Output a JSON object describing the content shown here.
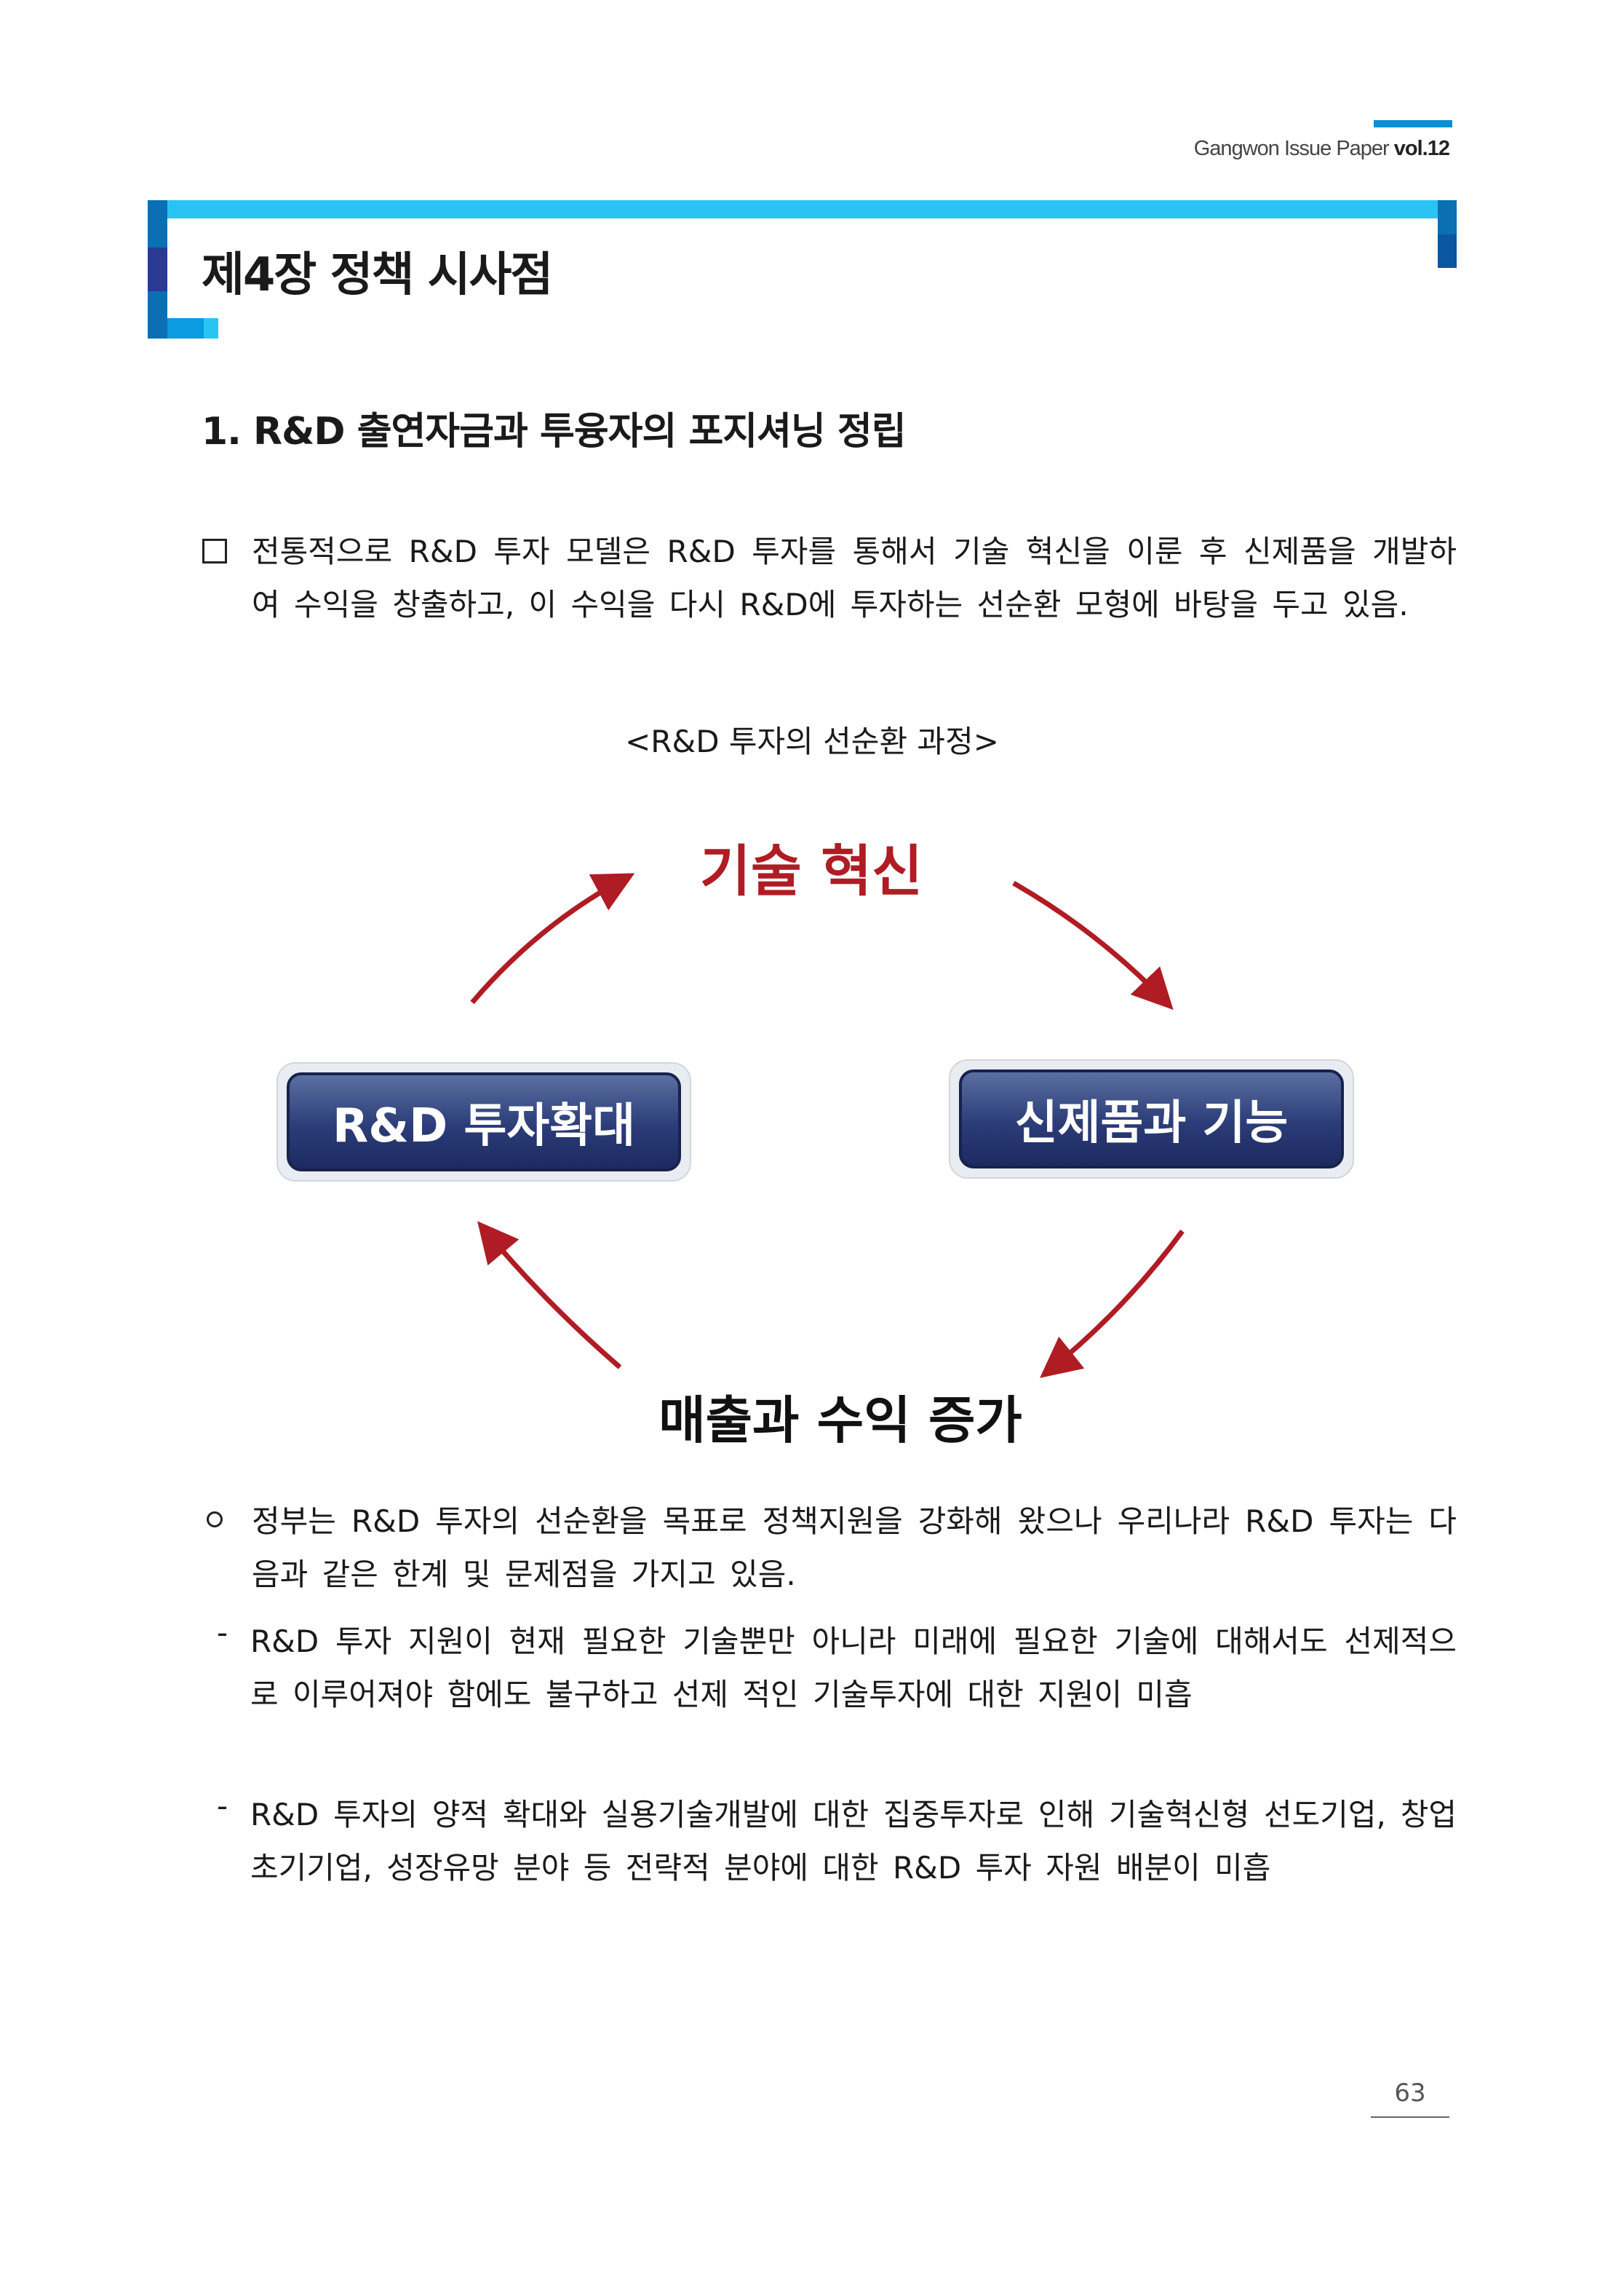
{
  "header": {
    "running_title": "Gangwon Issue Paper",
    "volume": "vol.12"
  },
  "chapter_title": "제4장 정책 시사점",
  "section_title": "1. R&D 출연자금과 투융자의 포지셔닝 정립",
  "intro_paragraph": "전통적으로 R&D 투자 모델은 R&D 투자를 통해서 기술 혁신을 이룬 후 신제품을 개발하여 수익을 창출하고, 이 수익을 다시 R&D에 투자하는 선순환 모형에 바탕을 두고 있음.",
  "figure": {
    "caption": "<R&D 투자의 선순환 과정>",
    "nodes": {
      "top": "기술 혁신",
      "left": "R&D 투자확대",
      "right": "신제품과 기능",
      "bottom": "매출과 수익 증가"
    },
    "colors": {
      "arrow": "#b01c24",
      "box": "#2b3c78"
    }
  },
  "bullet_paragraph": "정부는 R&D 투자의 선순환을 목표로 정책지원을 강화해 왔으나 우리나라 R&D 투자는 다음과 같은 한계 및 문제점을 가지고 있음.",
  "dash_items": [
    "R&D 투자 지원이 현재 필요한 기술뿐만 아니라 미래에 필요한 기술에 대해서도 선제적으로 이루어져야 함에도 불구하고 선제 적인 기술투자에 대한 지원이 미흡",
    "R&D 투자의 양적 확대와 실용기술개발에 대한 집중투자로 인해 기술혁신형 선도기업, 창업초기기업, 성장유망 분야 등 전략적 분야에 대한 R&D 투자 자원 배분이 미흡"
  ],
  "page_number": "63"
}
